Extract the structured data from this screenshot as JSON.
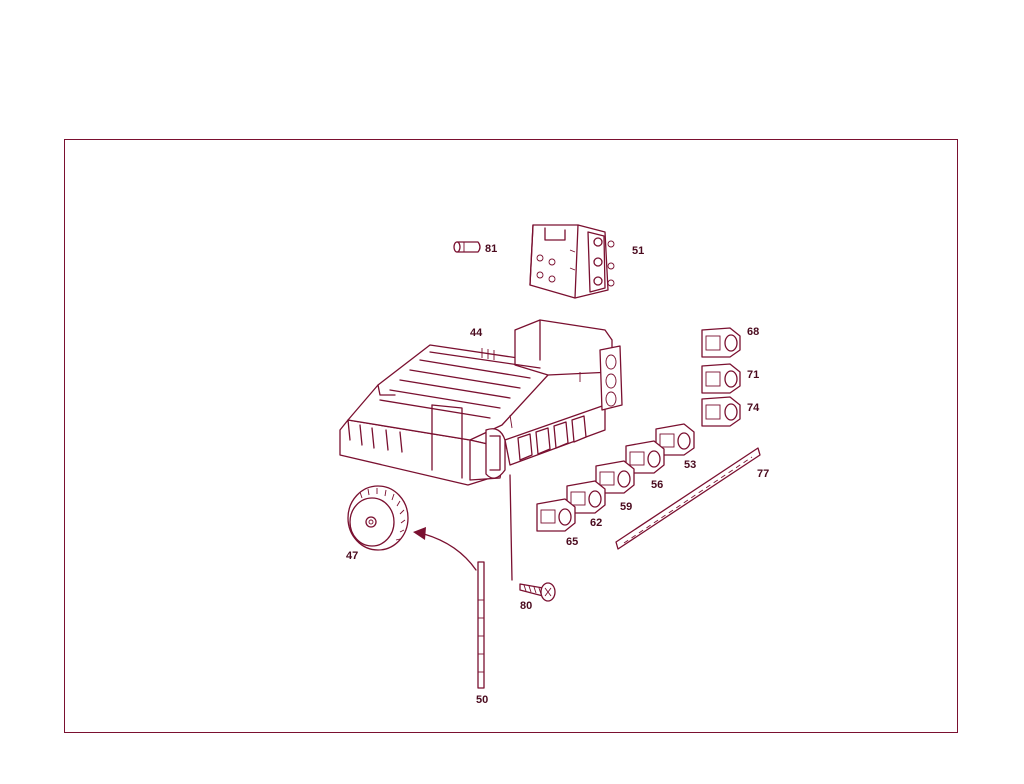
{
  "colors": {
    "line": "#7a1030",
    "label": "#4a0a1e",
    "background": "#ffffff"
  },
  "labels": {
    "p81": "81",
    "p51": "51",
    "p44": "44",
    "p68": "68",
    "p71": "71",
    "p74": "74",
    "p53": "53",
    "p56": "56",
    "p59": "59",
    "p62": "62",
    "p65": "65",
    "p77": "77",
    "p47": "47",
    "p80": "80",
    "p50": "50"
  }
}
